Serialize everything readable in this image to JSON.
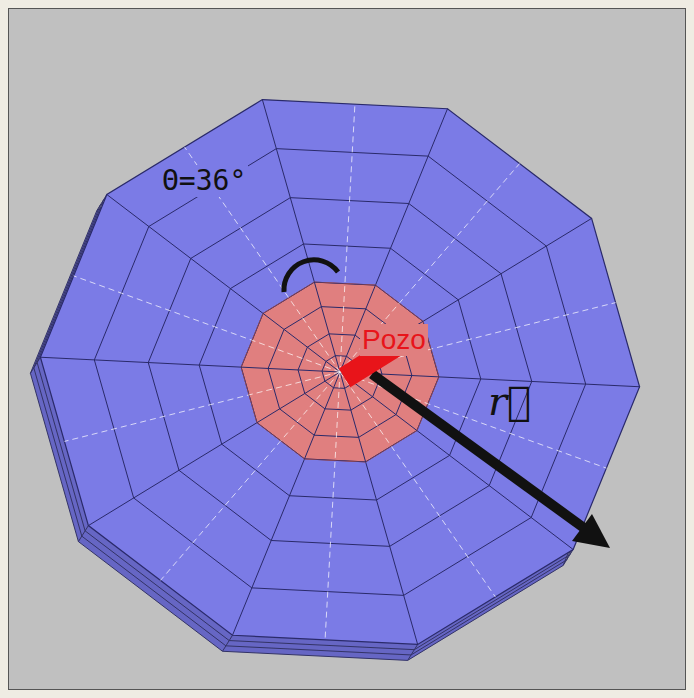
{
  "diagram": {
    "nodes": [
      {
        "text": [
          "Θ=36°"
        ]
      },
      {
        "text": [
          "Pozo"
        ],
        "in": 0
      }
    ],
    "labels": [
      "r⃗"
    ]
  }
}
